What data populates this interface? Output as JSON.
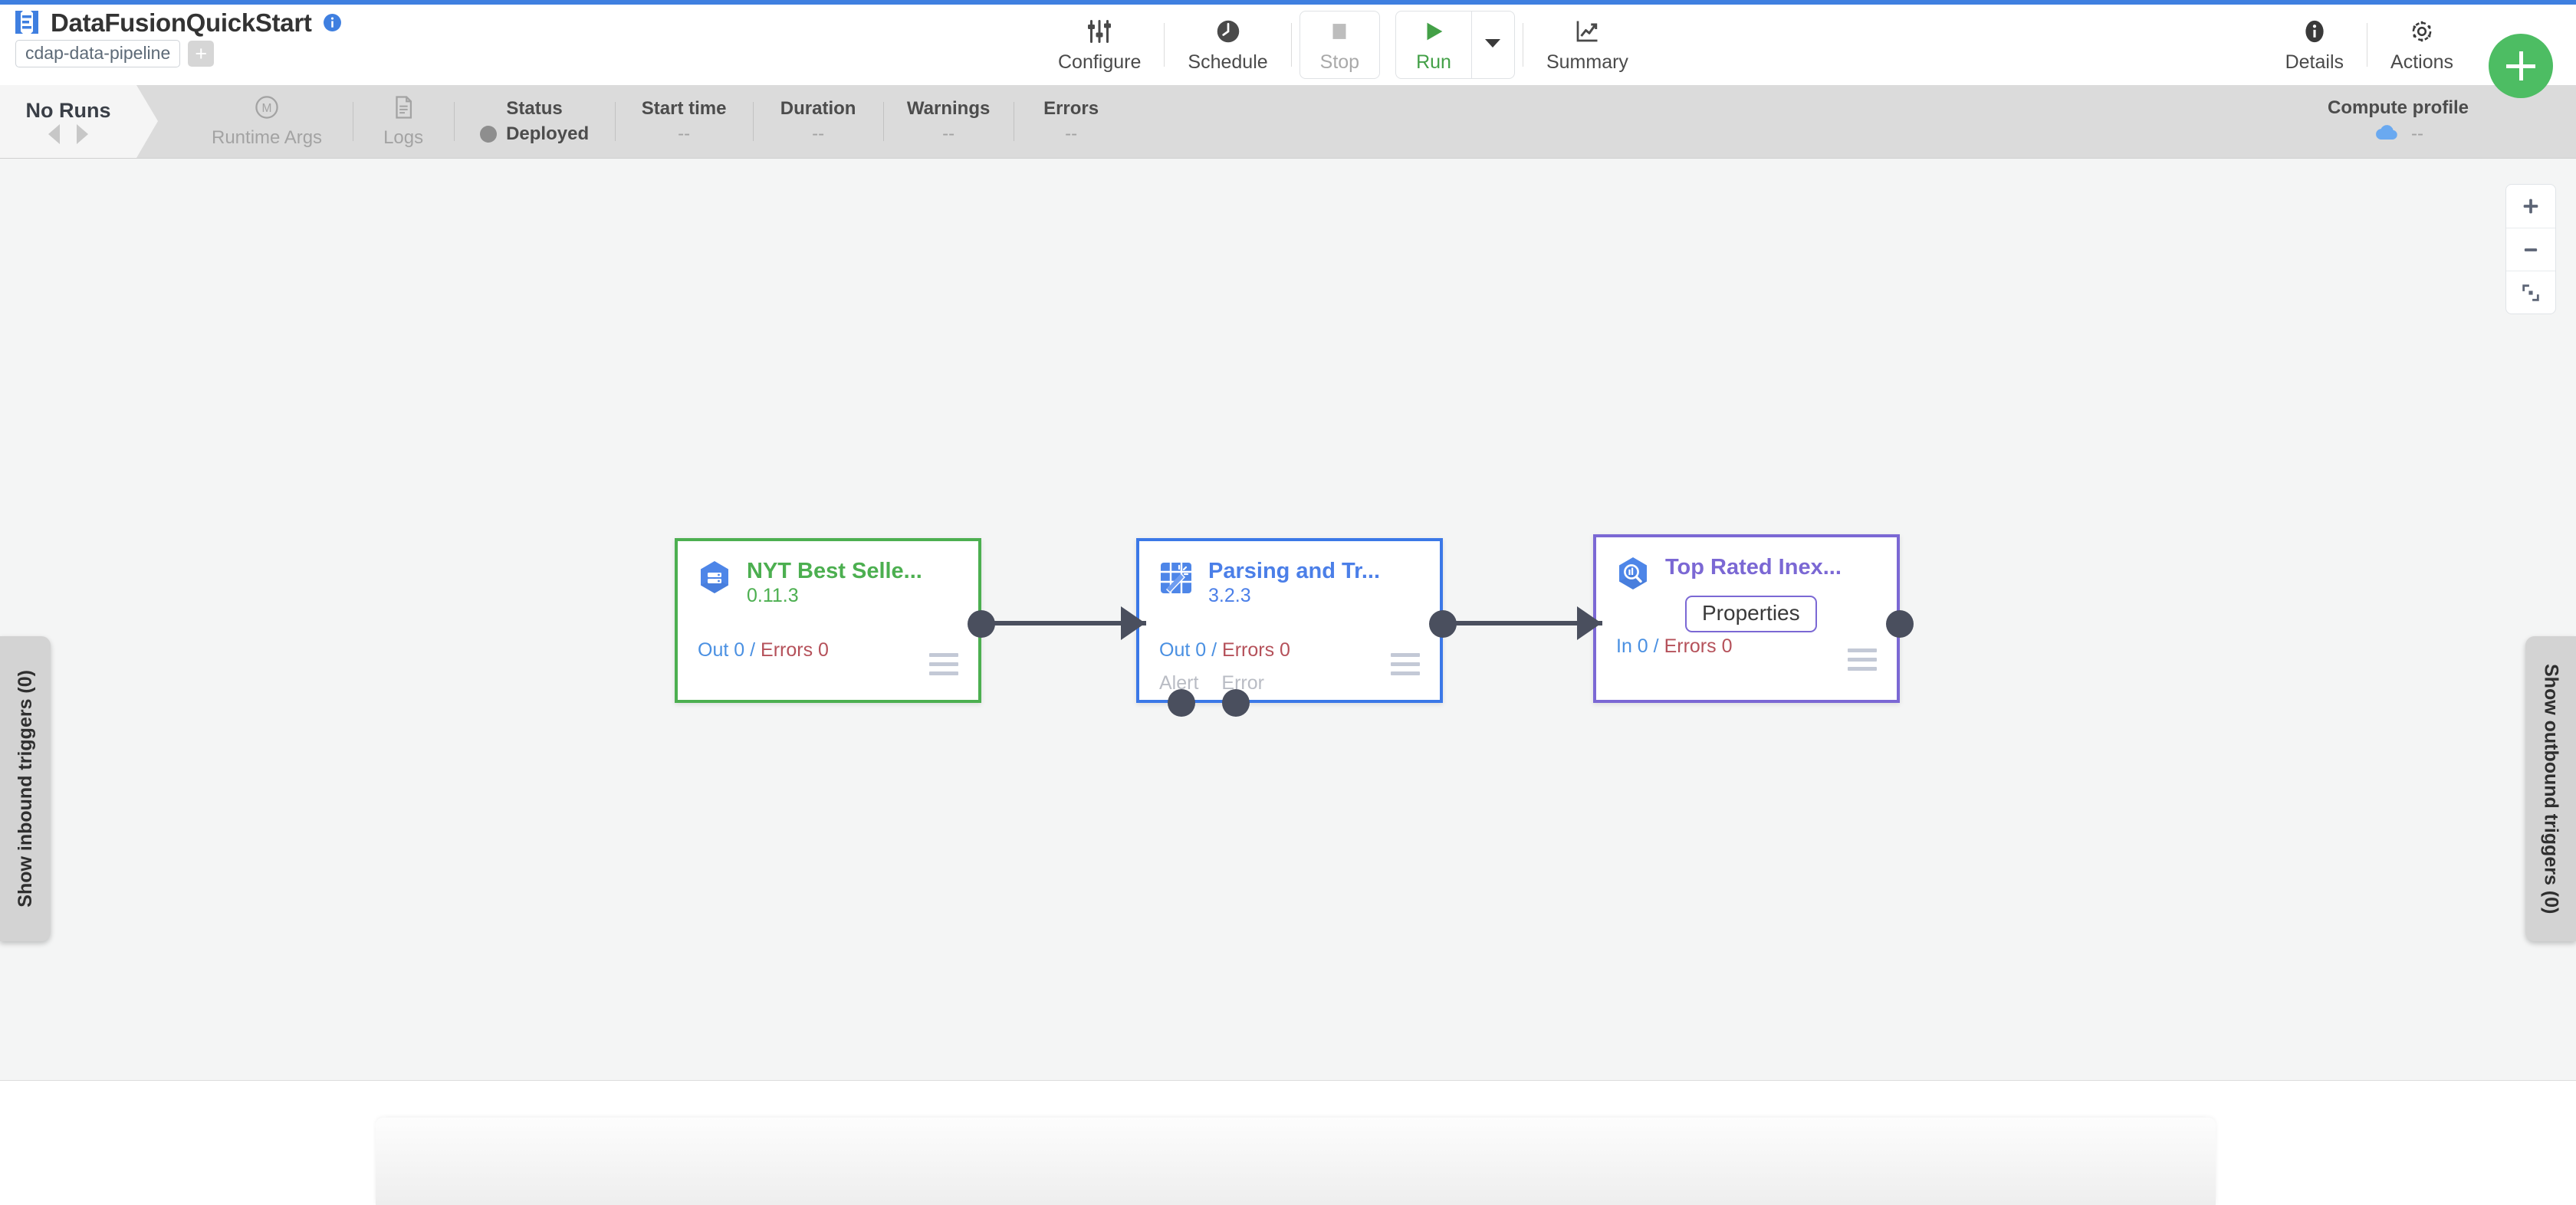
{
  "header": {
    "logo_icon": "cdap-logo-icon",
    "pipeline_name": "DataFusionQuickStart",
    "info_icon": "info-icon",
    "artifact_type": "cdap-data-pipeline",
    "add_tag_label": "+",
    "actions": [
      {
        "id": "configure",
        "label": "Configure",
        "icon": "sliders-icon",
        "enabled": true
      },
      {
        "id": "schedule",
        "label": "Schedule",
        "icon": "clock-icon",
        "enabled": true
      },
      {
        "id": "stop",
        "label": "Stop",
        "icon": "stop-square-icon",
        "enabled": false
      },
      {
        "id": "run",
        "label": "Run",
        "icon": "play-triangle-icon",
        "enabled": true
      },
      {
        "id": "summary",
        "label": "Summary",
        "icon": "line-chart-icon",
        "enabled": true
      }
    ],
    "run_dropdown_icon": "caret-down-icon",
    "right_actions": [
      {
        "id": "details",
        "label": "Details",
        "icon": "info-circle-icon"
      },
      {
        "id": "actions",
        "label": "Actions",
        "icon": "gear-icon"
      }
    ],
    "fab": {
      "icon": "plus-icon",
      "color": "#4dbd63"
    }
  },
  "statusbar": {
    "runs_label": "No Runs",
    "prev_icon": "caret-left-icon",
    "next_icon": "caret-right-icon",
    "runtime_args": {
      "label": "Runtime Args",
      "icon": "macro-m-icon"
    },
    "logs": {
      "label": "Logs",
      "icon": "document-icon"
    },
    "metrics": [
      {
        "head": "Status",
        "value": "Deployed",
        "has_dot": true,
        "dot_color": "#8e8e8e"
      },
      {
        "head": "Start time",
        "value": "--",
        "has_dot": false
      },
      {
        "head": "Duration",
        "value": "--",
        "has_dot": false
      },
      {
        "head": "Warnings",
        "value": "--",
        "has_dot": false
      },
      {
        "head": "Errors",
        "value": "--",
        "has_dot": false
      }
    ],
    "compute_profile": {
      "head": "Compute profile",
      "value": "--",
      "icon": "cloud-icon"
    }
  },
  "canvas": {
    "zoom_controls": [
      {
        "id": "zoom-in",
        "icon": "plus-icon"
      },
      {
        "id": "zoom-out",
        "icon": "minus-icon"
      },
      {
        "id": "fit-screen",
        "icon": "fit-screen-icon"
      }
    ],
    "inbound_tab_label": "Show inbound triggers (0)",
    "outbound_tab_label": "Show outbound triggers (0)",
    "nodes": [
      {
        "id": "node-source",
        "name": "NYT Best Selle...",
        "version": "0.11.3",
        "icon": "bigquery-source-icon",
        "accent": "#4caf50",
        "metrics": {
          "in_label": "Out 0",
          "separator": "/",
          "error_label": "Errors 0"
        },
        "port_labels": [],
        "menu_icon": "hamburger-icon"
      },
      {
        "id": "node-transform",
        "name": "Parsing and Tr...",
        "version": "3.2.3",
        "icon": "wrangler-icon",
        "accent": "#3b78e7",
        "metrics": {
          "in_label": "Out 0",
          "separator": "/",
          "error_label": "Errors 0"
        },
        "port_labels": [
          "Alert",
          "Error"
        ],
        "menu_icon": "hamburger-icon"
      },
      {
        "id": "node-sink",
        "name": "Top Rated Inex...",
        "version": "",
        "icon": "bigquery-sink-icon",
        "accent": "#7b68d4",
        "metrics": {
          "in_label": "In 0",
          "separator": "/",
          "error_label": "Errors 0"
        },
        "port_labels": [],
        "tooltip": "Properties",
        "menu_icon": "hamburger-icon"
      }
    ],
    "connections": [
      {
        "from": "node-source",
        "to": "node-transform"
      },
      {
        "from": "node-transform",
        "to": "node-sink"
      }
    ]
  }
}
